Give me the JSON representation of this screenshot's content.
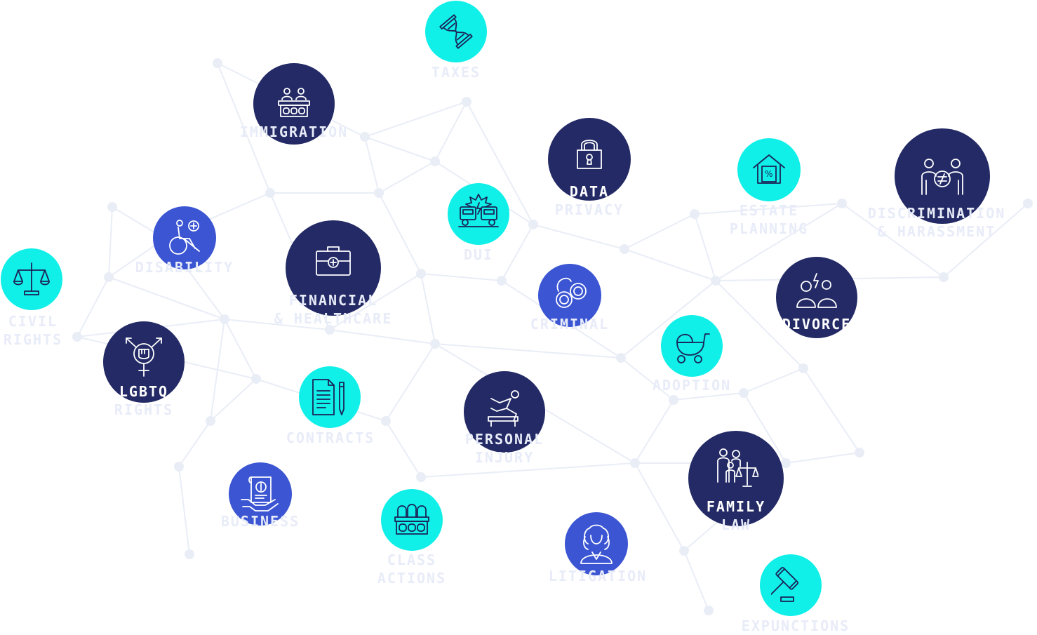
{
  "colors": {
    "navy": "#232a65",
    "blue": "#3b55d3",
    "cyan": "#10efe8",
    "label": "#e8ecf8",
    "network": "#e9edf6"
  },
  "nodes": [
    {
      "id": "taxes",
      "lines": [
        "TAXES"
      ],
      "icon": "hourglass-icon"
    },
    {
      "id": "immigration",
      "lines": [
        "IMMIGRATION"
      ],
      "icon": "border-desk-icon"
    },
    {
      "id": "data-privacy",
      "lines": [
        "DATA",
        "PRIVACY"
      ],
      "icon": "padlock-icon"
    },
    {
      "id": "estate-planning",
      "lines": [
        "ESTATE",
        "PLANNING"
      ],
      "icon": "house-percent-icon"
    },
    {
      "id": "discrimination",
      "lines": [
        "DISCRIMINATION",
        "& HARASSMENT"
      ],
      "icon": "not-equal-people-icon"
    },
    {
      "id": "disability",
      "lines": [
        "DISABILITY"
      ],
      "icon": "wheelchair-icon"
    },
    {
      "id": "financial",
      "lines": [
        "FINANCIAL",
        "& HEALTHCARE"
      ],
      "icon": "medical-briefcase-icon"
    },
    {
      "id": "dui",
      "lines": [
        "DUI"
      ],
      "icon": "car-crash-icon"
    },
    {
      "id": "civil-rights",
      "lines": [
        "CIVIL",
        "RIGHTS"
      ],
      "icon": "scales-icon"
    },
    {
      "id": "criminal",
      "lines": [
        "CRIMINAL"
      ],
      "icon": "handcuffs-icon"
    },
    {
      "id": "divorce",
      "lines": [
        "DIVORCE"
      ],
      "icon": "split-couple-icon"
    },
    {
      "id": "lgbtq",
      "lines": [
        "LGBTQ",
        "RIGHTS"
      ],
      "icon": "gender-fist-icon"
    },
    {
      "id": "adoption",
      "lines": [
        "ADOPTION"
      ],
      "icon": "stroller-icon"
    },
    {
      "id": "contracts",
      "lines": [
        "CONTRACTS"
      ],
      "icon": "document-pen-icon"
    },
    {
      "id": "personal-injury",
      "lines": [
        "PERSONAL",
        "INJURY"
      ],
      "icon": "falling-person-icon"
    },
    {
      "id": "family-law",
      "lines": [
        "FAMILY",
        "LAW"
      ],
      "icon": "family-scales-icon"
    },
    {
      "id": "business",
      "lines": [
        "BUSINESS"
      ],
      "icon": "hand-invoice-icon"
    },
    {
      "id": "class-actions",
      "lines": [
        "CLASS",
        "ACTIONS"
      ],
      "icon": "jury-box-icon"
    },
    {
      "id": "litigation",
      "lines": [
        "LITIGATION"
      ],
      "icon": "judge-icon"
    },
    {
      "id": "expunctions",
      "lines": [
        "EXPUNCTIONS"
      ],
      "icon": "gavel-icon"
    }
  ]
}
